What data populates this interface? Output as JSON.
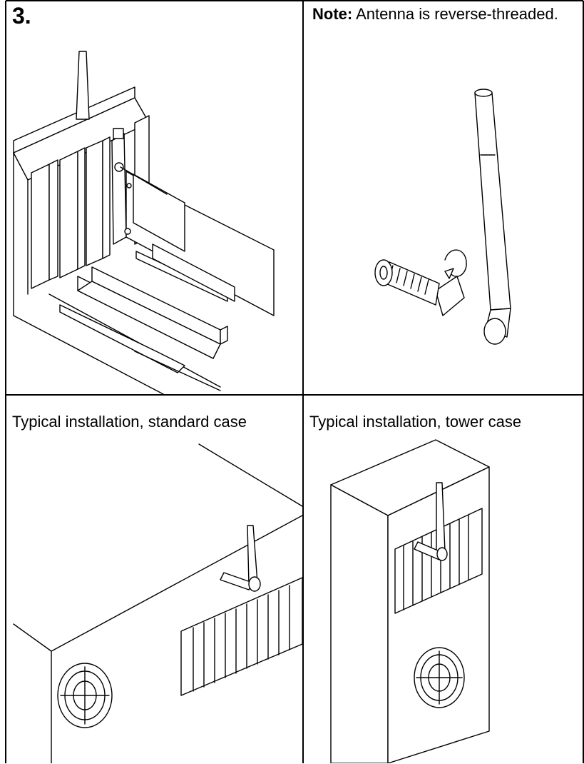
{
  "panels": {
    "step_number": "3.",
    "note_label": "Note:",
    "note_text": " Antenna is reverse-threaded.",
    "caption_standard": "Typical installation, standard case",
    "caption_tower": "Typical installation, tower case"
  },
  "icons": {
    "card_install": "pci-card-install-illustration",
    "antenna_thread": "antenna-reverse-thread-illustration",
    "standard_case": "standard-case-illustration",
    "tower_case": "tower-case-illustration"
  }
}
